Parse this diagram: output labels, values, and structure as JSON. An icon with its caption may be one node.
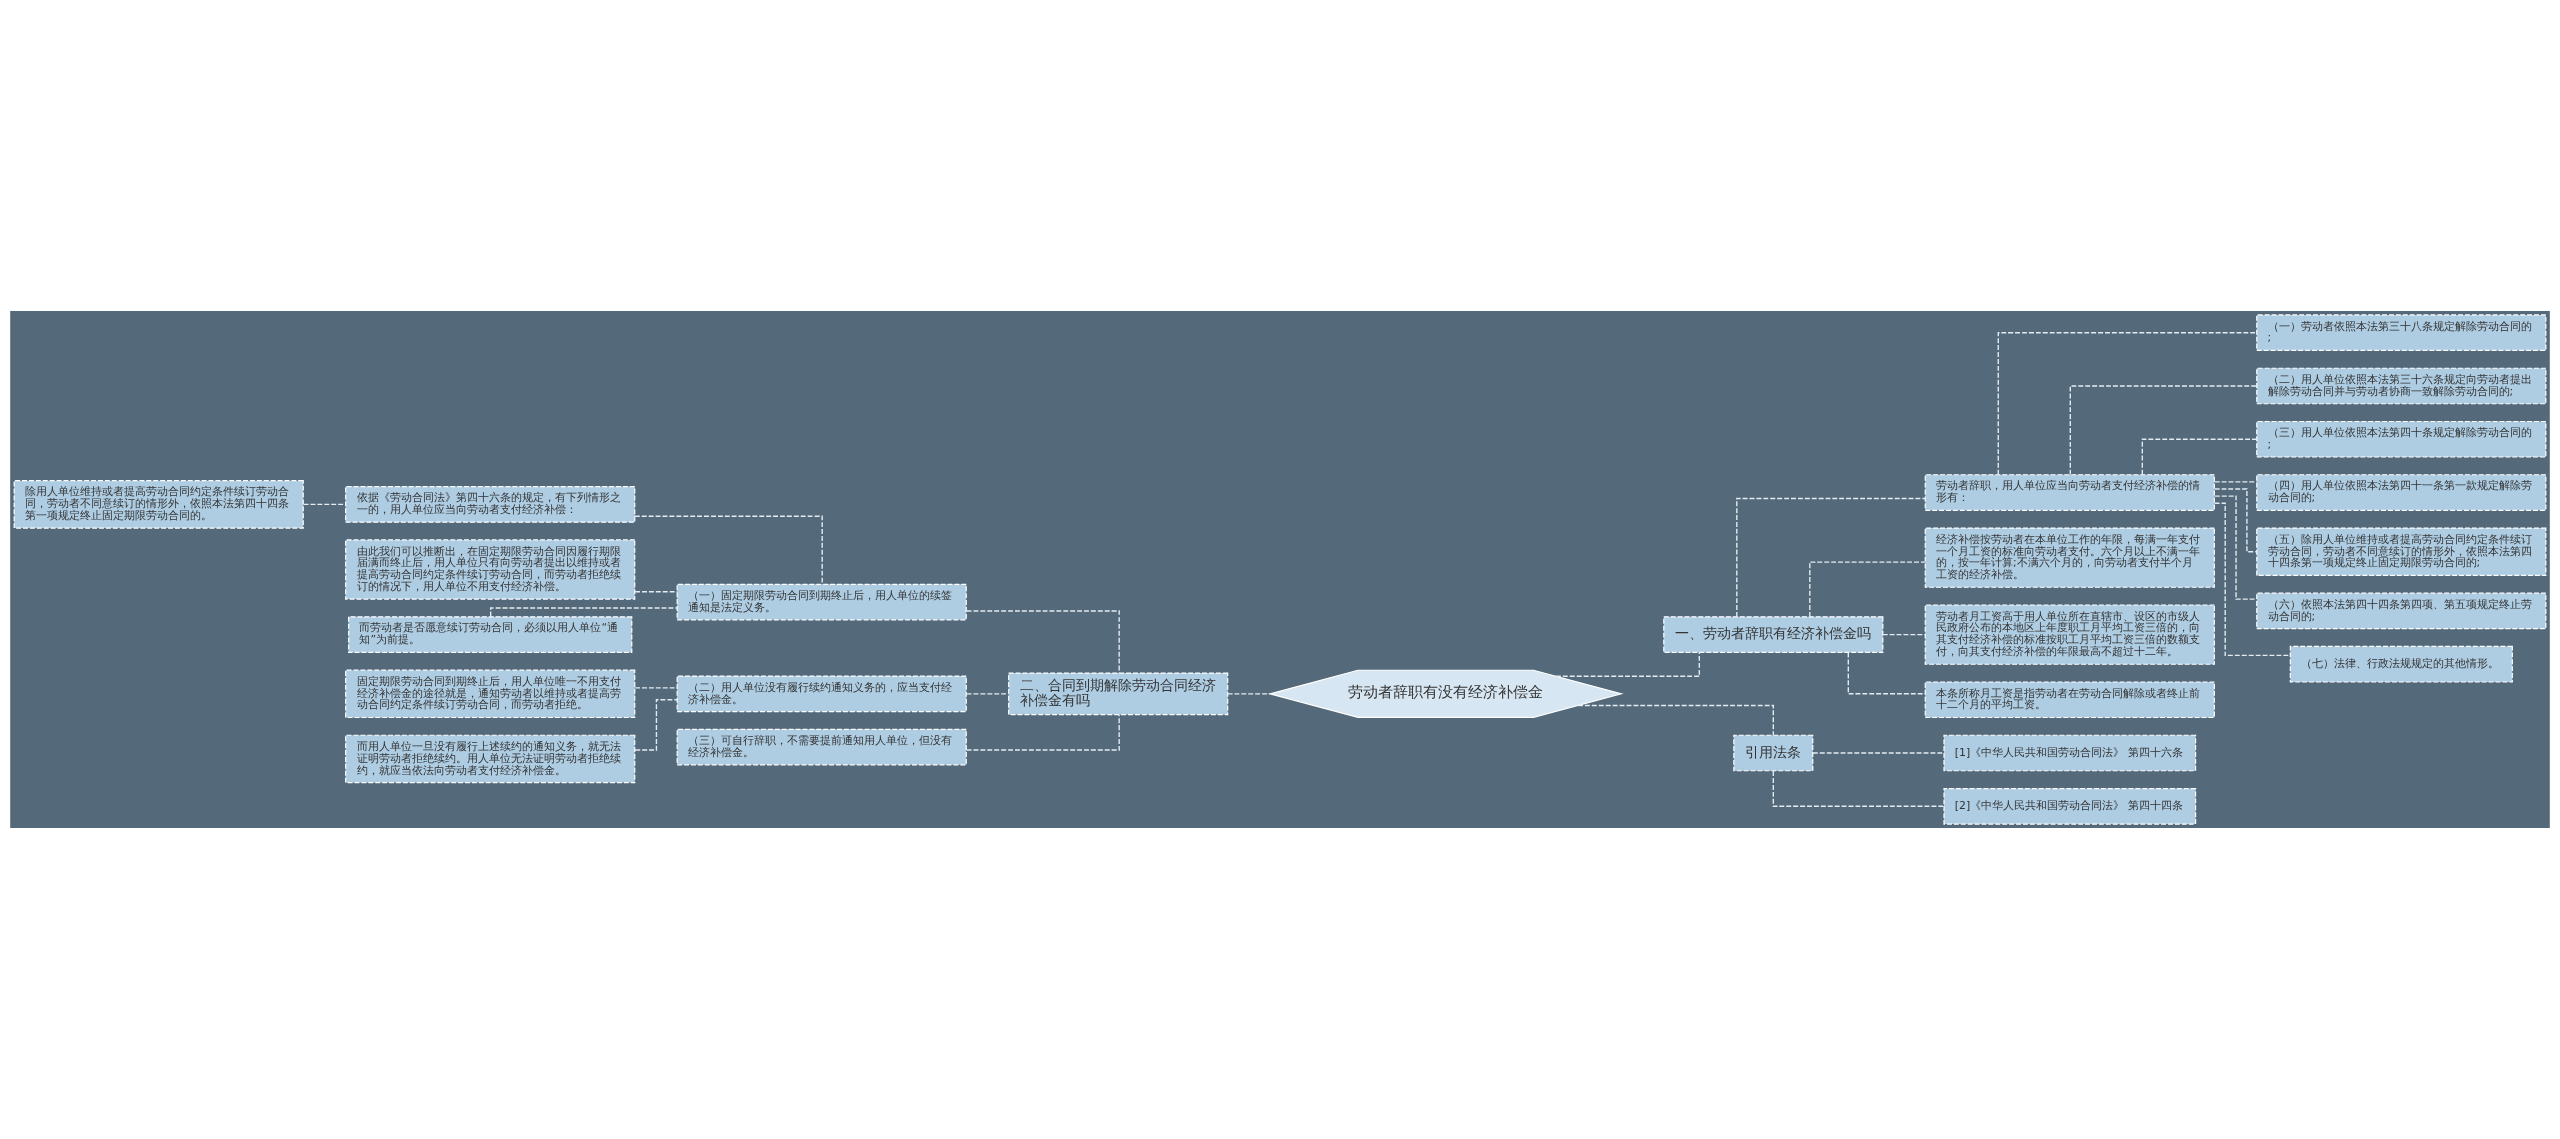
{
  "diagram": {
    "nodes": [
      {
        "text": [
          "劳动者辞职有没有经济补偿金"
        ]
      },
      {
        "text": [
          "一、劳动者辞职有经济补偿金吗"
        ]
      },
      {
        "text": [
          "劳动者辞职，用人单位应当向劳动者支付经济补偿的情形有："
        ]
      },
      {
        "text": [
          "（一）劳动者依照本法第三十八条规定解除劳动合同的;"
        ]
      },
      {
        "text": [
          "（二）用人单位依照本法第三十六条规定向劳动者提出解除劳动合同并与劳动者协商一致解除劳动合同的;"
        ]
      },
      {
        "text": [
          "（三）用人单位依照本法第四十条规定解除劳动合同的;"
        ]
      },
      {
        "text": [
          "（四）用人单位依照本法第四十一条第一款规定解除劳动合同的;"
        ]
      },
      {
        "text": [
          "（五）除用人单位维持或者提高劳动合同约定条件续订劳动合同，劳动者不同意续订的情形外，依照本法第四十四条第一项规定终止固定期限劳动合同的;"
        ]
      },
      {
        "text": [
          "（六）依照本法第四十四条第四项、第五项规定终止劳动合同的;"
        ]
      },
      {
        "text": [
          "（七）法律、行政法规规定的其他情形。"
        ]
      },
      {
        "text": [
          "经济补偿按劳动者在本单位工作的年限，每满一年支付一个月工资的标准向劳动者支付。六个月以上不满一年的，按一年计算;不满六个月的，向劳动者支付半个月工资的经济补偿。"
        ]
      },
      {
        "text": [
          "劳动者月工资高于用人单位所在直辖市、设区的市级人民政府公布的本地区上年度职工月平均工资三倍的，向其支付经济补偿的标准按职工月平均工资三倍的数额支付，向其支付经济补偿的年限最高不超过十二年。"
        ]
      },
      {
        "text": [
          "本条所称月工资是指劳动者在劳动合同解除或者终止前十二个月的平均工资。"
        ]
      },
      {
        "text": [
          "引用法条"
        ]
      },
      {
        "text": [
          "[1]《中华人民共和国劳动合同法》 第四十六条"
        ]
      },
      {
        "text": [
          "[2]《中华人民共和国劳动合同法》 第四十四条"
        ]
      },
      {
        "text": [
          "二、合同到期解除劳动合同经济补偿金有吗"
        ]
      },
      {
        "text": [
          "（一）固定期限劳动合同到期终止后，用人单位的续签通知是法定义务。"
        ]
      },
      {
        "text": [
          "依据《劳动合同法》第四十六条的规定，有下列情形之一的，用人单位应当向劳动者支付经济补偿："
        ]
      },
      {
        "text": [
          "除用人单位维持或者提高劳动合同约定条件续订劳动合同，劳动者不同意续订的情形外，依照本法第四十四条第一项规定终止固定期限劳动合同的。"
        ]
      },
      {
        "text": [
          "由此我们可以推断出，在固定期限劳动合同因履行期限届满而终止后，用人单位只有向劳动者提出以维持或者提高劳动合同约定条件续订劳动合同，而劳动者拒绝续订的情况下，用人单位不用支付经济补偿。"
        ]
      },
      {
        "text": [
          "而劳动者是否愿意续订劳动合同，必须以用人单位“通知”为前提。"
        ]
      },
      {
        "text": [
          "（二）用人单位没有履行续约通知义务的，应当支付经济补偿金。"
        ]
      },
      {
        "text": [
          "固定期限劳动合同到期终止后，用人单位唯一不用支付经济补偿金的途径就是，通知劳动者以维持或者提高劳动合同约定条件续订劳动合同，而劳动者拒绝。"
        ]
      },
      {
        "text": [
          "而用人单位一旦没有履行上述续约的通知义务，就无法证明劳动者拒绝续约。用人单位无法证明劳动者拒绝续约，就应当依法向劳动者支付经济补偿金。"
        ]
      },
      {
        "text": [
          "（三）可自行辞职，不需要提前通知用人单位，但没有经济补偿金。"
        ]
      }
    ],
    "edges": [
      {
        "from": 0,
        "to": 1,
        "arrow": "none",
        "style": "dashed"
      },
      {
        "from": 1,
        "to": 2,
        "arrow": "none",
        "style": "dashed"
      },
      {
        "from": 2,
        "to": 3,
        "arrow": "none",
        "style": "dashed"
      },
      {
        "from": 2,
        "to": 4,
        "arrow": "none",
        "style": "dashed"
      },
      {
        "from": 2,
        "to": 5,
        "arrow": "none",
        "style": "dashed"
      },
      {
        "from": 2,
        "to": 6,
        "arrow": "none",
        "style": "dashed"
      },
      {
        "from": 2,
        "to": 7,
        "arrow": "none",
        "style": "dashed"
      },
      {
        "from": 2,
        "to": 8,
        "arrow": "none",
        "style": "dashed"
      },
      {
        "from": 2,
        "to": 9,
        "arrow": "none",
        "style": "dashed"
      },
      {
        "from": 1,
        "to": 10,
        "arrow": "none",
        "style": "dashed"
      },
      {
        "from": 1,
        "to": 11,
        "arrow": "none",
        "style": "dashed"
      },
      {
        "from": 1,
        "to": 12,
        "arrow": "none",
        "style": "dashed"
      },
      {
        "from": 0,
        "to": 13,
        "arrow": "none",
        "style": "dashed"
      },
      {
        "from": 13,
        "to": 14,
        "arrow": "none",
        "style": "dashed"
      },
      {
        "from": 13,
        "to": 15,
        "arrow": "none",
        "style": "dashed"
      },
      {
        "from": 0,
        "to": 16,
        "arrow": "none",
        "style": "dashed"
      },
      {
        "from": 16,
        "to": 17,
        "arrow": "none",
        "style": "dashed"
      },
      {
        "from": 17,
        "to": 18,
        "arrow": "none",
        "style": "dashed"
      },
      {
        "from": 18,
        "to": 19,
        "arrow": "none",
        "style": "dashed"
      },
      {
        "from": 17,
        "to": 20,
        "arrow": "none",
        "style": "dashed"
      },
      {
        "from": 17,
        "to": 21,
        "arrow": "none",
        "style": "dashed"
      },
      {
        "from": 16,
        "to": 22,
        "arrow": "none",
        "style": "dashed"
      },
      {
        "from": 22,
        "to": 23,
        "arrow": "none",
        "style": "dashed"
      },
      {
        "from": 22,
        "to": 24,
        "arrow": "none",
        "style": "dashed"
      },
      {
        "from": 16,
        "to": 25,
        "arrow": "none",
        "style": "dashed"
      }
    ]
  }
}
